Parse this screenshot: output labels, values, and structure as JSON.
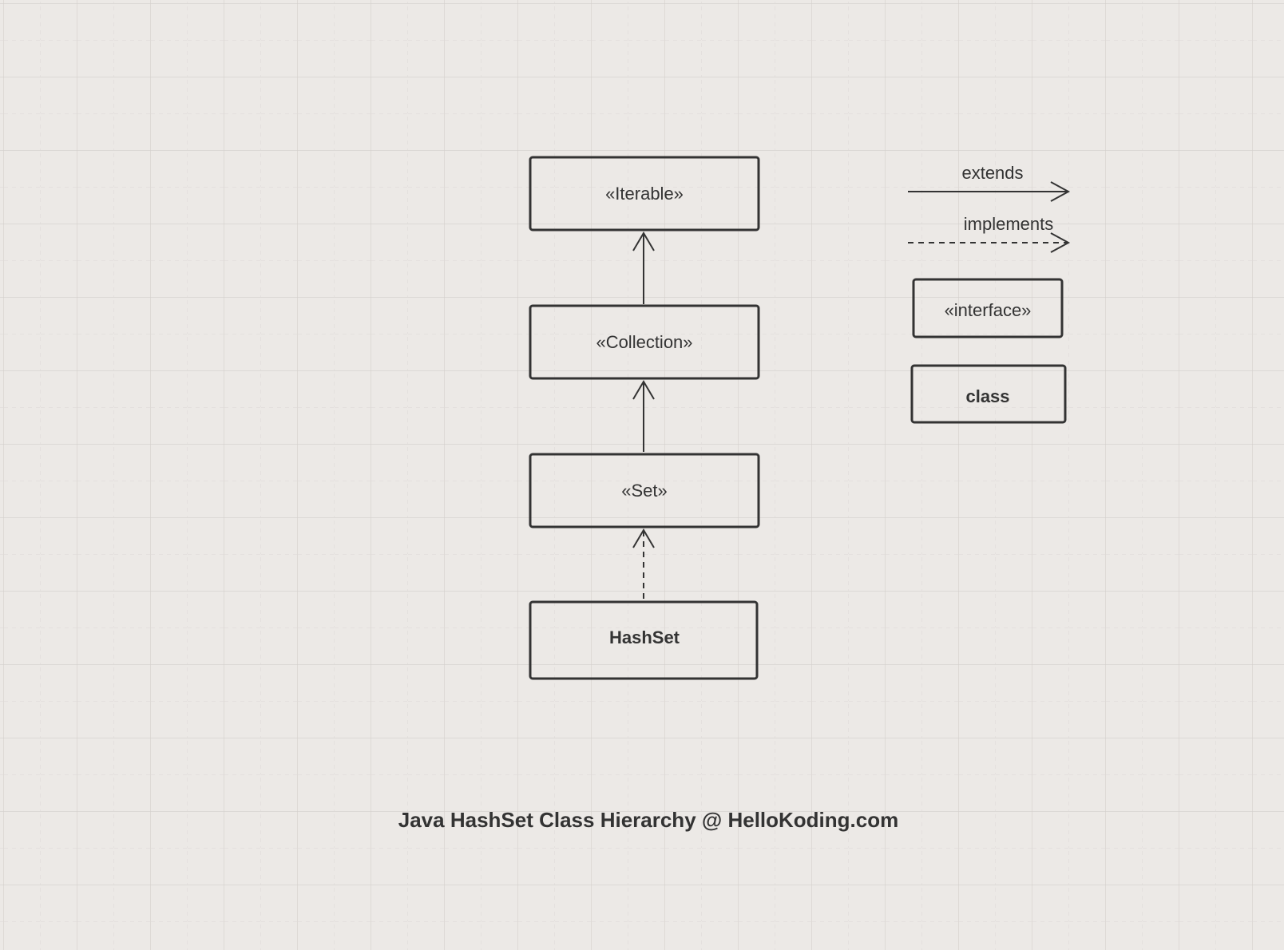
{
  "diagram": {
    "nodes": [
      {
        "id": "iterable",
        "label": "«Iterable»",
        "kind": "interface"
      },
      {
        "id": "collection",
        "label": "«Collection»",
        "kind": "interface"
      },
      {
        "id": "set",
        "label": "«Set»",
        "kind": "interface"
      },
      {
        "id": "hashset",
        "label": "HashSet",
        "kind": "class"
      }
    ],
    "edges": [
      {
        "from": "collection",
        "to": "iterable",
        "relation": "extends"
      },
      {
        "from": "set",
        "to": "collection",
        "relation": "extends"
      },
      {
        "from": "hashset",
        "to": "set",
        "relation": "implements"
      }
    ]
  },
  "legend": {
    "extends_label": "extends",
    "implements_label": "implements",
    "interface_label": "«interface»",
    "class_label": "class"
  },
  "caption": "Java HashSet Class Hierarchy @ HelloKoding.com",
  "colors": {
    "background": "#ece9e6",
    "ink": "#333333",
    "grid": "#d6d2cf"
  }
}
